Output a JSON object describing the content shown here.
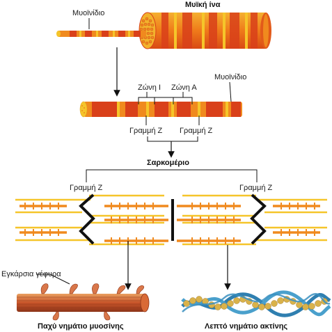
{
  "labels": {
    "muscle_fiber": "Μυϊκή ίνα",
    "myofibril_top": "Μυοϊνίδιο",
    "myofibril_mid": "Μυοϊνίδιο",
    "zone_i": "Ζώνη Ι",
    "zone_a": "Ζώνη Α",
    "z_line_1": "Γραμμή Ζ",
    "z_line_2": "Γραμμή Ζ",
    "sarcomere": "Σαρκομέριο",
    "z_line_left": "Γραμμή Ζ",
    "z_line_right": "Γραμμή Ζ",
    "cross_bridge": "Εγκάρσια γέφυρα",
    "thick_filament": "Παχύ νημάτιο μυοσίνης",
    "thin_filament": "Λεπτό νημάτιο ακτίνης"
  },
  "colors": {
    "orange": "#f08a1e",
    "red": "#d9401a",
    "yellow": "#f5c52a",
    "black": "#111111",
    "actin_blue": "#3a8fc0",
    "actin_bead": "#d9b24a",
    "myosin_red": "#c8552a"
  }
}
